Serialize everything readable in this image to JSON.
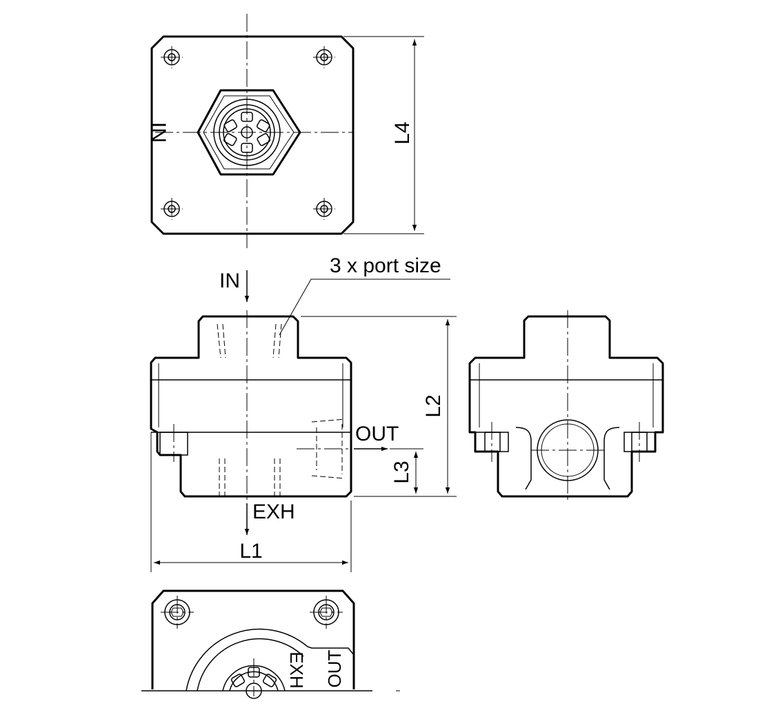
{
  "labels": {
    "top_view_in": "IN",
    "dim_l4": "L4",
    "callout": "3 x port size",
    "in": "IN",
    "out": "OUT",
    "exh": "EXH",
    "dim_l1": "L1",
    "dim_l2": "L2",
    "dim_l3": "L3",
    "bottom_exh": "EXH",
    "bottom_out": "OUT"
  },
  "colors": {
    "line": "#000000",
    "background": "#ffffff"
  }
}
